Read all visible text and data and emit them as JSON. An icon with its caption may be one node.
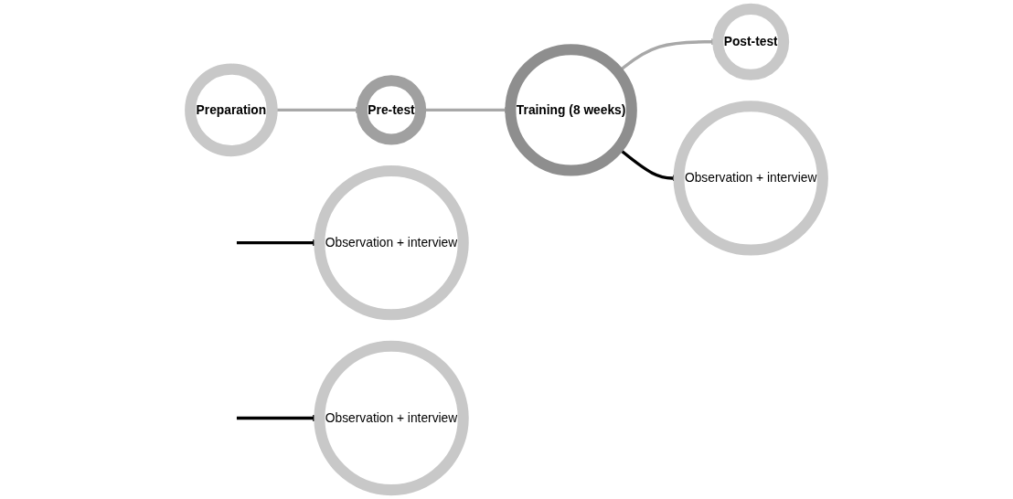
{
  "diagram": {
    "nodes": [
      {
        "text": [
          "Preparation"
        ]
      },
      {
        "text": [
          "Pre-test"
        ]
      },
      {
        "text": [
          "Training (8 weeks)"
        ]
      },
      {
        "text": [
          "Post-test"
        ]
      },
      {
        "text": [
          "Observation + interview"
        ]
      },
      {
        "text": [
          "Observation + interview"
        ]
      },
      {
        "text": [
          "Observation + interview"
        ]
      }
    ],
    "edges": [
      {
        "from": 0,
        "to": 1,
        "arrow": "to",
        "color": "#a8a8a8"
      },
      {
        "from": 1,
        "to": 2,
        "arrow": "to",
        "color": "#a8a8a8"
      },
      {
        "from": 2,
        "to": 3,
        "arrow": "to",
        "color": "#a8a8a8"
      },
      {
        "from": null,
        "to": 4,
        "arrow": "to",
        "color": "#000000"
      },
      {
        "from": 2,
        "to": 5,
        "arrow": "to",
        "color": "#000000"
      },
      {
        "from": null,
        "to": 6,
        "arrow": "to",
        "color": "#000000"
      }
    ]
  }
}
